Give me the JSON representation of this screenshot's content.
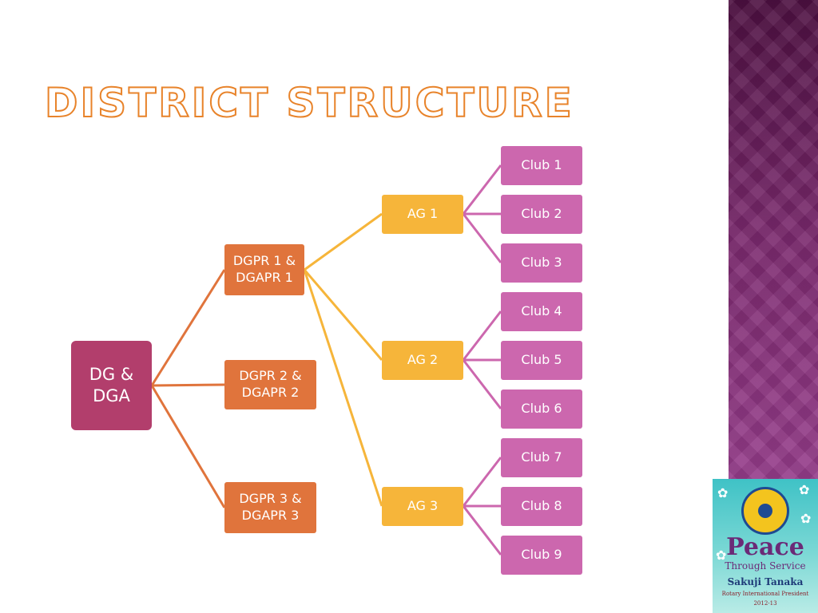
{
  "slide": {
    "title": "DISTRICT STRUCTURE"
  },
  "hierarchy": {
    "root": "DG & DGA",
    "level1": [
      "DGPR 1 & DGAPR 1",
      "DGPR 2 & DGAPR 2",
      "DGPR 3 & DGAPR 3"
    ],
    "level2": [
      "AG 1",
      "AG 2",
      "AG 3"
    ],
    "clubs": [
      "Club 1",
      "Club 2",
      "Club 3",
      "Club 4",
      "Club 5",
      "Club 6",
      "Club 7",
      "Club 8",
      "Club 9"
    ]
  },
  "badge": {
    "peace": "Peace",
    "through": "Through Service",
    "name": "Sakuji Tanaka",
    "role": "Rotary International President",
    "year": "2012-13"
  },
  "colors": {
    "title_outline": "#e8832a",
    "root": "#b23e6c",
    "level1": "#e0743c",
    "level2": "#f6b53a",
    "clubs": "#cc67ae",
    "sidebar": "#7a2a6c"
  }
}
